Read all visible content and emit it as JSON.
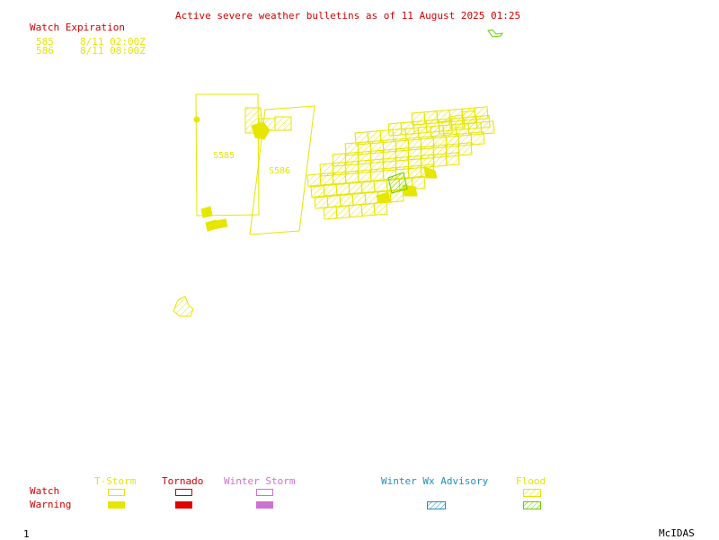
{
  "header": {
    "title": "Active severe weather bulletins as of 11 August 2025 01:25"
  },
  "watch_expiration": {
    "heading": "Watch Expiration",
    "rows": [
      {
        "id": "585",
        "time": "8/11 02:00Z"
      },
      {
        "id": "586",
        "time": "8/11 08:00Z"
      }
    ]
  },
  "map_labels": {
    "watch_585": "S585",
    "watch_586": "S586"
  },
  "legend": {
    "row_watch": "Watch",
    "row_warning": "Warning",
    "categories": [
      {
        "label": "T-Storm",
        "color": "#e6e600"
      },
      {
        "label": "Tornado",
        "color": "#d00000"
      },
      {
        "label": "Winter Storm",
        "color": "#d070d0"
      },
      {
        "label": "Winter Wx Advisory",
        "color": "#2090c0"
      },
      {
        "label": "Flood",
        "color": "#e6e600"
      }
    ]
  },
  "footer": {
    "frame": "1",
    "brand": "McIDAS"
  },
  "colors": {
    "tstorm": "#e6e600",
    "tornado": "#d00000",
    "winter_storm": "#d070d0",
    "winter_advisory": "#2090c0",
    "flood_green": "#66cc00",
    "text_red": "#d00000"
  }
}
